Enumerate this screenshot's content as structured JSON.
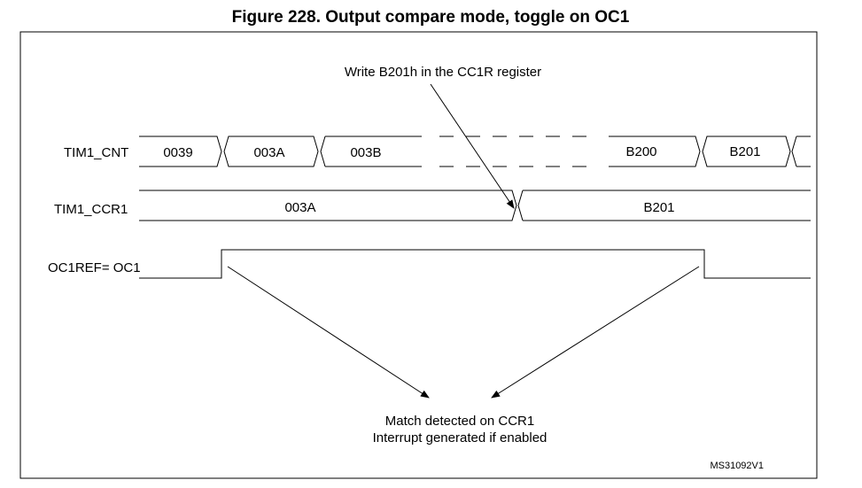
{
  "figure": {
    "title": "Figure 228. Output compare mode, toggle on OC1",
    "id_label": "MS31092V1"
  },
  "signals": {
    "cnt": {
      "name": "TIM1_CNT",
      "values": [
        "0039",
        "003A",
        "003B",
        "B200",
        "B201"
      ]
    },
    "ccr": {
      "name": "TIM1_CCR1",
      "values": [
        "003A",
        "B201"
      ]
    },
    "oc": {
      "name": "OC1REF= OC1"
    }
  },
  "annotations": {
    "write": "Write B201h in the CC1R register",
    "match_line1": "Match detected on CCR1",
    "match_line2": "Interrupt generated if enabled"
  }
}
